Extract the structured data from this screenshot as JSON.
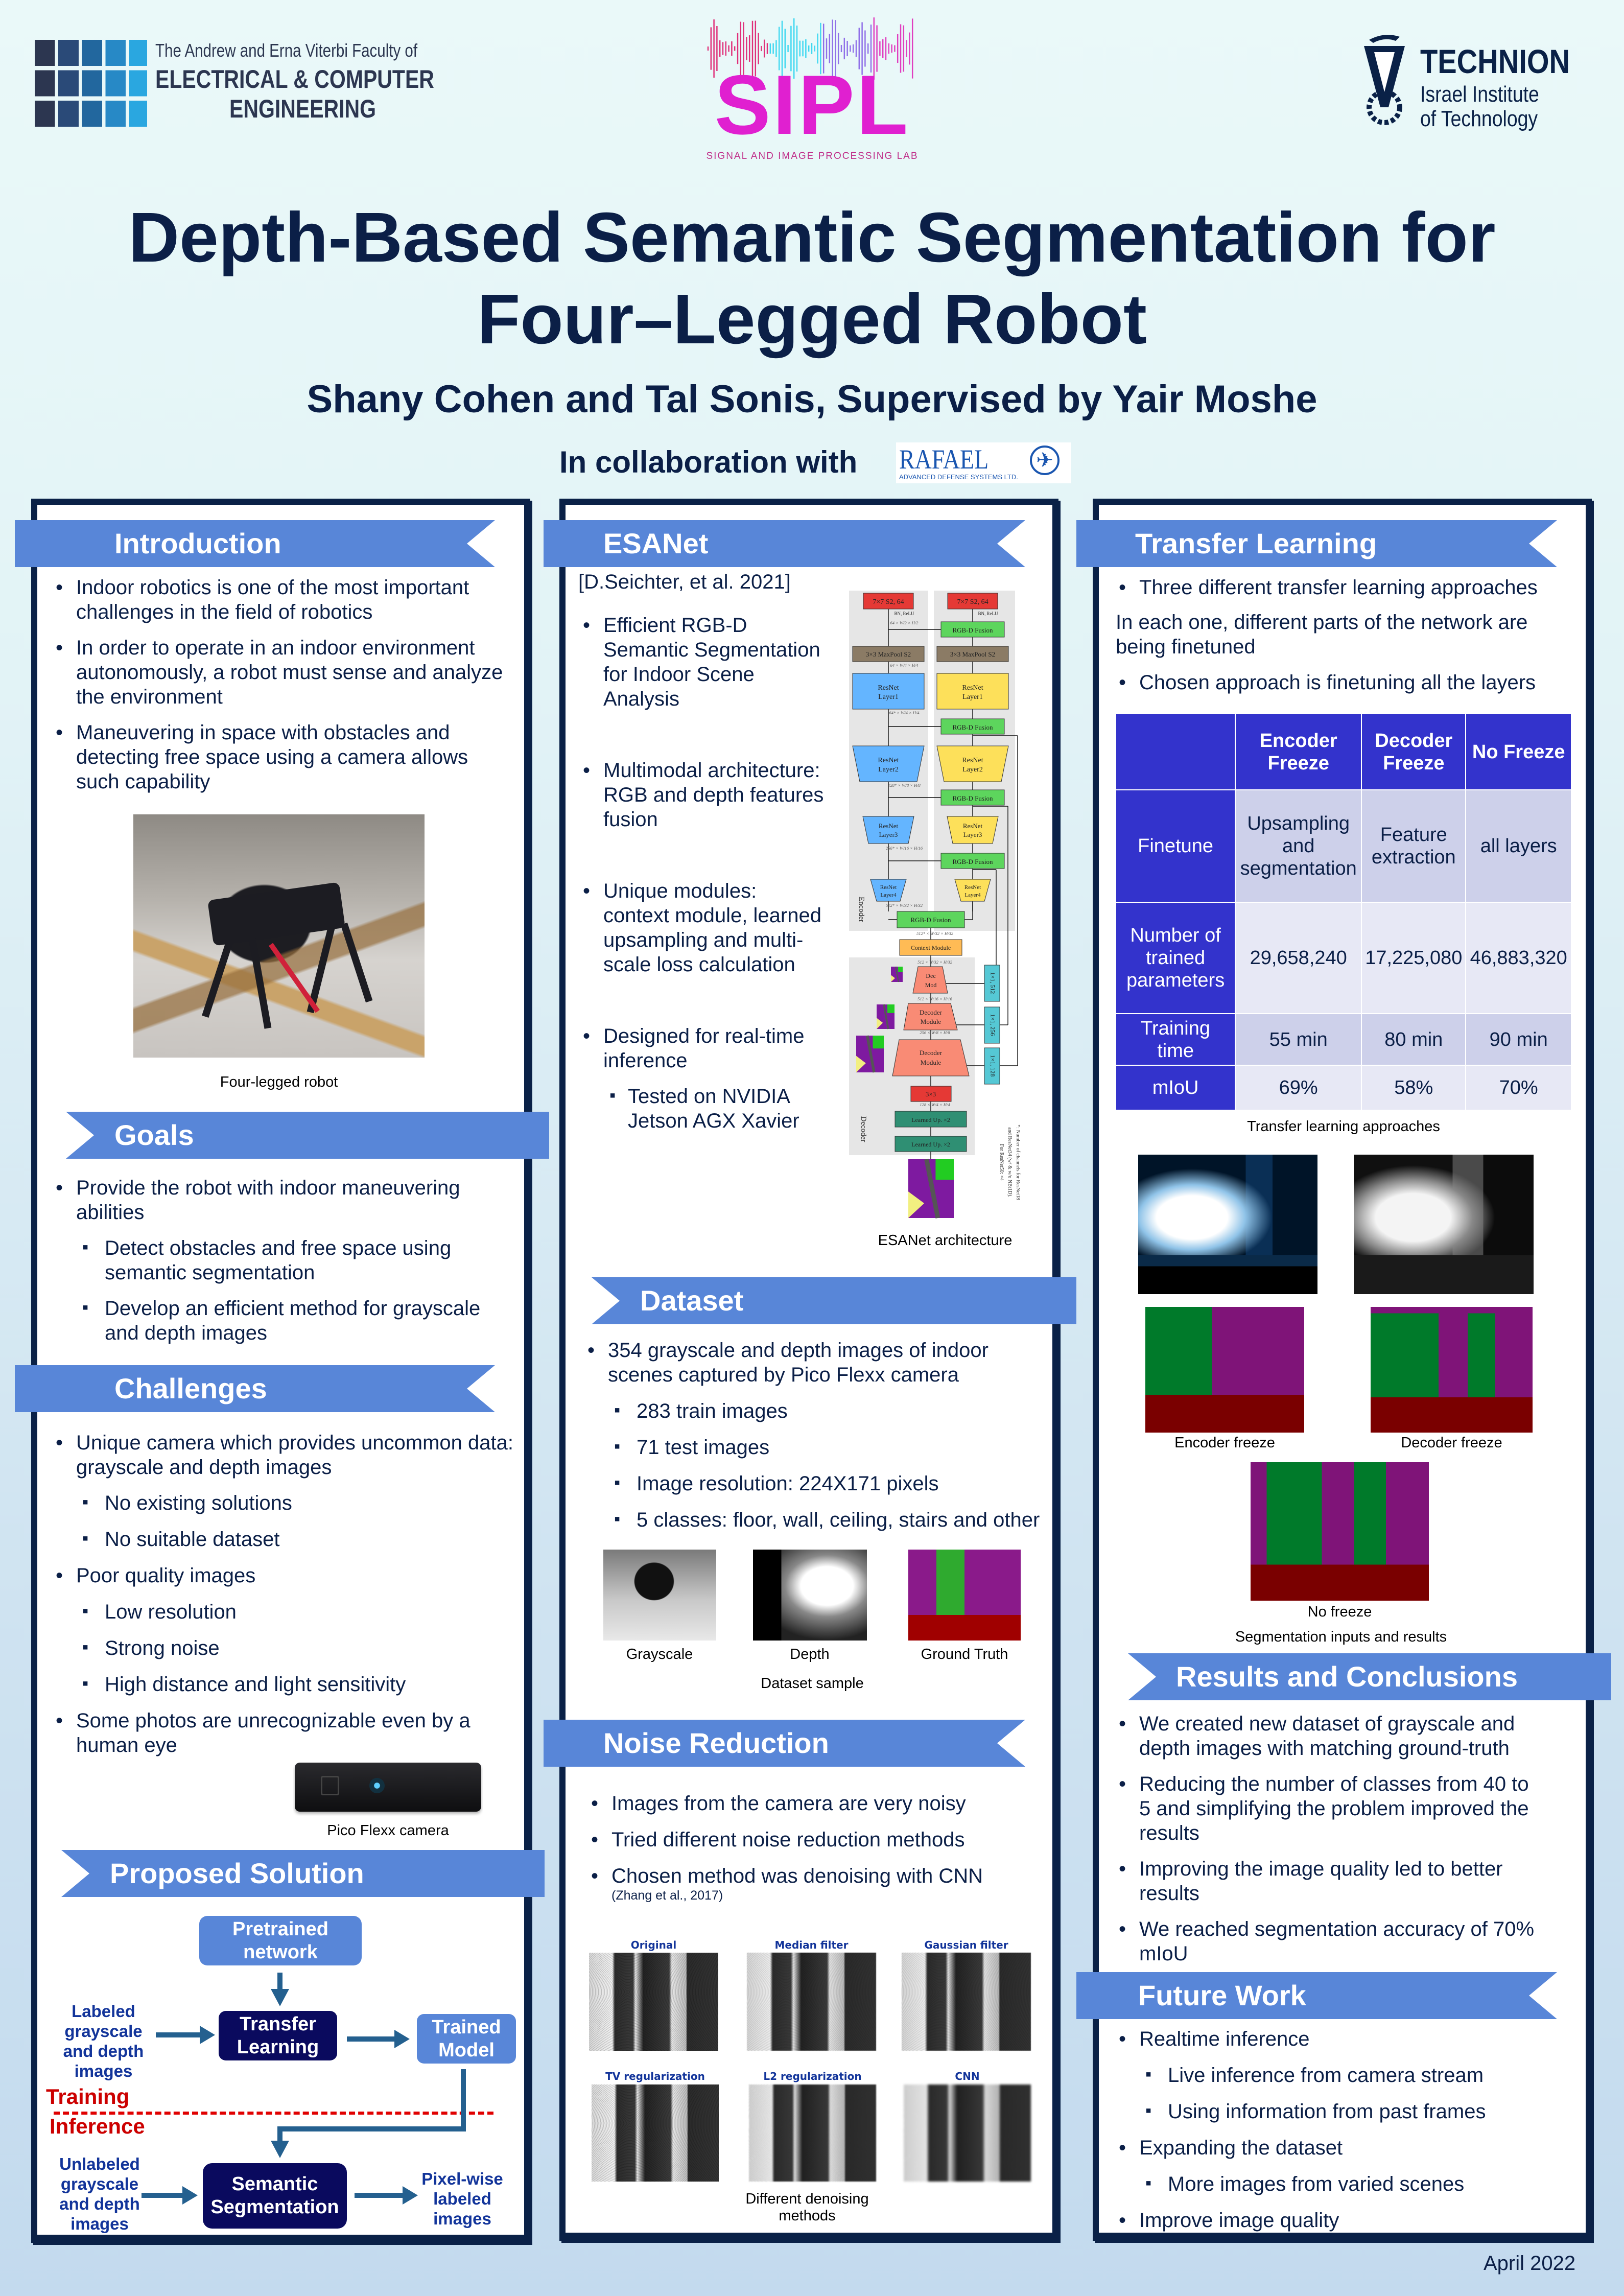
{
  "header": {
    "ece_logo": {
      "line1": "The Andrew and Erna Viterbi Faculty of",
      "line2": "ELECTRICAL & COMPUTER",
      "line3": "ENGINEERING"
    },
    "sipl_logo": {
      "name": "SIPL",
      "subtitle": "SIGNAL AND IMAGE PROCESSING LAB"
    },
    "technion_logo": {
      "name": "TECHNION",
      "line2": "Israel Institute",
      "line3": "of Technology"
    },
    "title_line1": "Depth-Based Semantic Segmentation for",
    "title_line2": "Four–Legged Robot",
    "authors": "Shany Cohen and Tal Sonis, Supervised by Yair Moshe",
    "collaboration": "In collaboration with",
    "rafael_logo": {
      "name": "RAFAEL",
      "subtitle": "ADVANCED DEFENSE SYSTEMS LTD."
    }
  },
  "introduction": {
    "title": "Introduction",
    "bullets": [
      "Indoor robotics is one of the most important challenges in the field of robotics",
      "In order to operate in an indoor environment autonomously, a robot must sense and analyze the environment",
      "Maneuvering in space with obstacles and detecting free space using a camera allows such  capability"
    ],
    "photo_caption": "Four-legged robot"
  },
  "goals": {
    "title": "Goals",
    "bullet": "Provide the robot with indoor maneuvering abilities",
    "sub": [
      "Detect obstacles and free space using semantic segmentation",
      "Develop an efficient method for grayscale and depth images"
    ]
  },
  "challenges": {
    "title": "Challenges",
    "b1": "Unique camera which provides uncommon data: grayscale and depth images",
    "b1_sub": [
      "No existing solutions",
      "No suitable dataset"
    ],
    "b2": "Poor quality images",
    "b2_sub": [
      "Low resolution",
      "Strong noise",
      "High distance and light sensitivity"
    ],
    "b3": "Some photos are unrecognizable even by a human eye",
    "camera_caption": "Pico Flexx camera"
  },
  "proposed": {
    "title": "Proposed Solution",
    "pretrained": "Pretrained network",
    "labeled": "Labeled grayscale and depth images",
    "transfer": "Transfer Learning",
    "trained": "Trained Model",
    "training": "Training",
    "inference": "Inference",
    "unlabeled": "Unlabeled grayscale and depth images",
    "semantic": "Semantic Segmentation",
    "pixelwise": "Pixel-wise labeled images"
  },
  "esanet": {
    "title": "ESANet",
    "citation": "[D.Seichter, et al. 2021]",
    "bullets": [
      "Efficient RGB-D Semantic Segmentation for Indoor Scene Analysis",
      "Multimodal architecture: RGB and depth features fusion",
      "Unique modules: context module, learned upsampling and multi-scale loss calculation",
      "Designed for real-time inference"
    ],
    "sub": "Tested on NVIDIA Jetson AGX Xavier",
    "caption": "ESANet architecture",
    "diagram": {
      "conv": "7×7 S2, 64",
      "bnrelu": "BN, ReLU",
      "fusion": "RGB-D Fusion",
      "pool": "3×3 MaxPool S2",
      "resnet": "ResNet",
      "layer1": "Layer1",
      "layer2": "Layer2",
      "layer3": "Layer3",
      "layer4": "Layer4",
      "context": "Context Module",
      "dec": "Dec",
      "mod": "Mod",
      "decoder": "Decoder",
      "module": "Module",
      "conv3": "3×3",
      "up": "Learned Up. ×2",
      "c512": "1×1, 512",
      "c256": "1×1, 256",
      "c128": "1×1, 128",
      "encoder_label": "Encoder",
      "decoder_label": "Decoder",
      "dims": [
        "64 × W/2 × H/2",
        "64 × W/4 × H/4",
        "64* × W/4 × H/4",
        "128* × W/8 × H/8",
        "256* × W/16 × H/16",
        "512* × W/32 × H/32",
        "512* × W/32 × H/32",
        "512 × W/32 × H/32",
        "512 × W/16 × H/16",
        "256 × W/8 × H/8",
        "128 × W/4 × H/4"
      ],
      "footnote": [
        "*: Number of channels for ResNet18",
        "and ResNet34 (w/ & w/o NBt1D).",
        "For ResNet50: ×4"
      ]
    }
  },
  "dataset": {
    "title": "Dataset",
    "bullet": "354 grayscale and depth images of indoor scenes captured by Pico Flexx camera",
    "sub": [
      "283 train images",
      "71 test images",
      "Image resolution: 224X171 pixels",
      "5 classes: floor, wall, ceiling, stairs and other"
    ],
    "images": [
      "Grayscale",
      "Depth",
      "Ground Truth"
    ],
    "caption": "Dataset sample"
  },
  "noise": {
    "title": "Noise Reduction",
    "bullets": [
      "Images from the camera are very noisy",
      "Tried different noise reduction methods",
      "Chosen method was denoising with CNN"
    ],
    "reference": "(Zhang et al., 2017)",
    "methods": [
      "Original",
      "Median filter",
      "Gaussian  filter",
      "TV regularization",
      "L2 regularization",
      "CNN"
    ],
    "caption": "Different denoising methods"
  },
  "transfer": {
    "title": "Transfer Learning",
    "bullet1": "Three different transfer learning approaches",
    "para": "In each one, different parts of the network are being finetuned",
    "bullet2": "Chosen approach is finetuning all the layers",
    "table": {
      "headers": [
        "",
        "Encoder Freeze",
        "Decoder Freeze",
        "No Freeze"
      ],
      "rows": [
        [
          "Finetune",
          "Upsampling and segmentation",
          "Feature extraction",
          "all  layers"
        ],
        [
          "Number of trained parameters",
          "29,658,240",
          "17,225,080",
          "46,883,320"
        ],
        [
          "Training time",
          "55 min",
          "80 min",
          "90 min"
        ],
        [
          "mIoU",
          "69%",
          "58%",
          "70%"
        ]
      ]
    },
    "table_caption": "Transfer learning approaches",
    "labels": [
      "Encoder freeze",
      "Decoder freeze",
      "No freeze"
    ],
    "caption": "Segmentation inputs and results"
  },
  "results": {
    "title": "Results and Conclusions",
    "bullets": [
      "We created new dataset of grayscale and depth images with matching ground-truth",
      "Reducing the number of classes from 40 to 5 and simplifying the problem improved the results",
      "Improving the image quality led to better results",
      "We reached segmentation accuracy of 70% mIoU"
    ]
  },
  "future": {
    "title": "Future Work",
    "b1": "Realtime inference",
    "b1_sub": [
      "Live inference from camera stream",
      "Using information from past frames"
    ],
    "b2": "Expanding the dataset",
    "b2_sub": [
      "More images from varied scenes"
    ],
    "b3": "Improve image quality"
  },
  "footer": {
    "date": "April 2022"
  },
  "colors": {
    "ribbon": "#5886d8",
    "navy": "#0a2147",
    "table_header": "#3333cc",
    "training_red": "#cc0000",
    "dark_box": "#0a0a5e"
  }
}
